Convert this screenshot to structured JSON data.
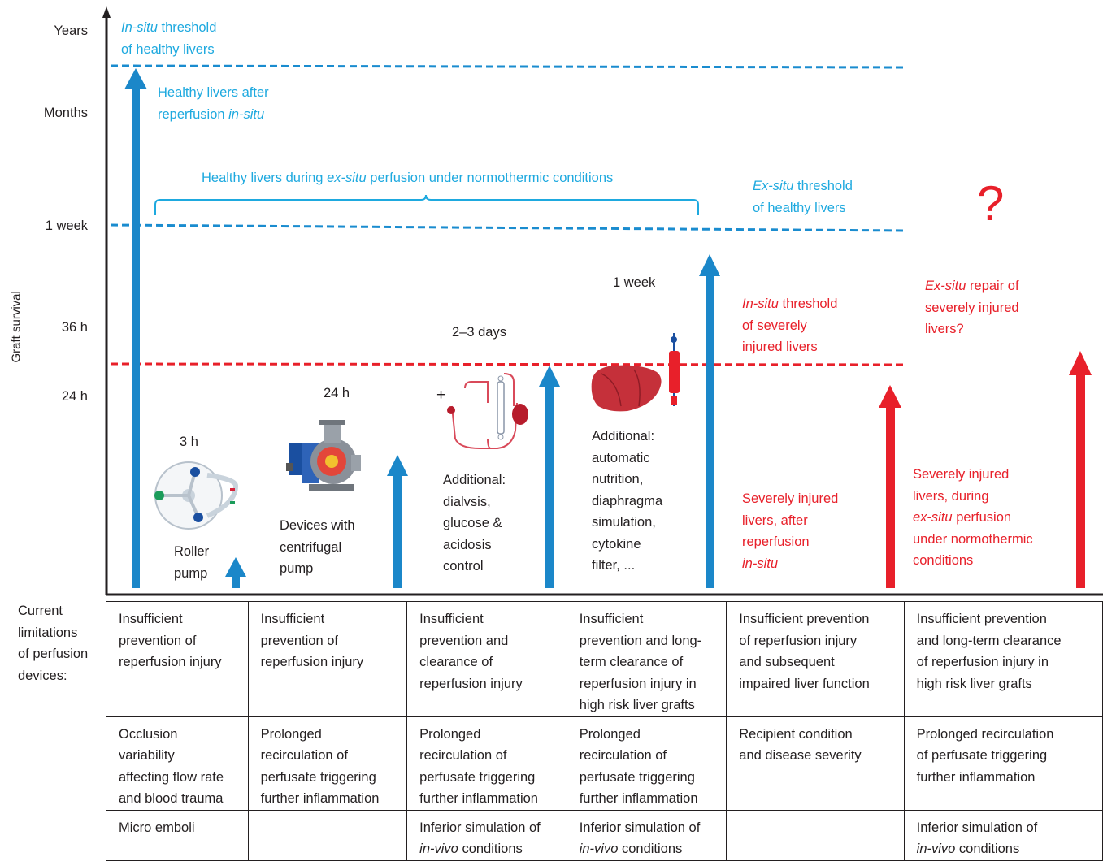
{
  "y_axis": {
    "title": "Graft survival",
    "ticks": [
      "Years",
      "Months",
      "1 week",
      "36 h",
      "24 h"
    ]
  },
  "thresholds": {
    "insitu_healthy": [
      "In-situ",
      " threshold",
      "of healthy livers"
    ],
    "exsitu_healthy": [
      "Ex-situ",
      " threshold",
      "of healthy livers"
    ],
    "insitu_severe": [
      "In-situ",
      " threshold",
      "of severely",
      "injured livers"
    ]
  },
  "annotations": {
    "healthy_after_reperfusion": [
      "Healthy livers after",
      "reperfusion ",
      "in-situ"
    ],
    "healthy_exsitu_brace": [
      "Healthy livers during ",
      "ex-situ",
      " perfusion under normothermic conditions"
    ],
    "severe_after_reperfusion": [
      "Severely injured",
      "livers, after",
      "reperfusion",
      "in-situ"
    ],
    "severe_exsitu": [
      "Severely injured",
      "livers, during",
      "ex-situ",
      " perfusion",
      "under normothermic",
      "conditions"
    ],
    "exsitu_repair": [
      "Ex-situ",
      " repair of",
      "severely injured",
      "livers?"
    ],
    "question_mark": "?"
  },
  "devices": {
    "roller": {
      "duration": "3 h",
      "label": [
        "Roller",
        "pump"
      ]
    },
    "centrifugal": {
      "duration": "24 h",
      "label": [
        "Devices with",
        "centrifugal",
        "pump"
      ]
    },
    "dialysis": {
      "duration": "2–3 days",
      "plus": "+",
      "label": [
        "Additional:",
        "dialvsis,",
        "glucose &",
        "acidosis",
        "control"
      ]
    },
    "advanced": {
      "duration": "1 week",
      "label": [
        "Additional:",
        "automatic",
        "nutrition,",
        "diaphragma",
        "simulation,",
        "cytokine",
        "filter, ..."
      ]
    }
  },
  "limitations": {
    "header": [
      "Current",
      "limitations",
      "of perfusion",
      "devices:"
    ],
    "rows": [
      [
        [
          "Insufficient",
          "prevention of",
          "reperfusion injury"
        ],
        [
          "Insufficient",
          "prevention of",
          "reperfusion injury"
        ],
        [
          "Insufficient",
          "prevention and",
          "clearance of",
          "reperfusion injury"
        ],
        [
          "Insufficient",
          "prevention and long-",
          "term clearance of",
          "reperfusion injury in",
          "high risk liver grafts"
        ],
        [
          "Insufficient prevention",
          "of reperfusion injury",
          "and subsequent",
          "impaired liver function"
        ],
        [
          "Insufficient prevention",
          "and long-term clearance",
          "of reperfusion injury in",
          "high risk liver grafts"
        ]
      ],
      [
        [
          "Occlusion",
          "variability",
          "affecting flow rate",
          "and blood trauma"
        ],
        [
          "Prolonged",
          "recirculation of",
          "perfusate triggering",
          "further inflammation"
        ],
        [
          "Prolonged",
          "recirculation of",
          "perfusate triggering",
          "further inflammation"
        ],
        [
          "Prolonged",
          "recirculation of",
          "perfusate triggering",
          "further inflammation"
        ],
        [
          "Recipient condition",
          "and disease severity"
        ],
        [
          "Prolonged recirculation",
          "of perfusate triggering",
          "further inflammation"
        ]
      ],
      [
        [
          "Micro emboli"
        ],
        [],
        [
          "Inferior simulation of",
          "in-vivo",
          " conditions"
        ],
        [
          "Inferior simulation of",
          "in-vivo",
          " conditions"
        ],
        [],
        [
          "Inferior simulation of",
          "in-vivo",
          " conditions"
        ]
      ]
    ]
  },
  "colors": {
    "blue": "#1ea9df",
    "arrow_blue": "#1b87c9",
    "red": "#e8202a",
    "dark_blue": "#1a6fb0"
  }
}
